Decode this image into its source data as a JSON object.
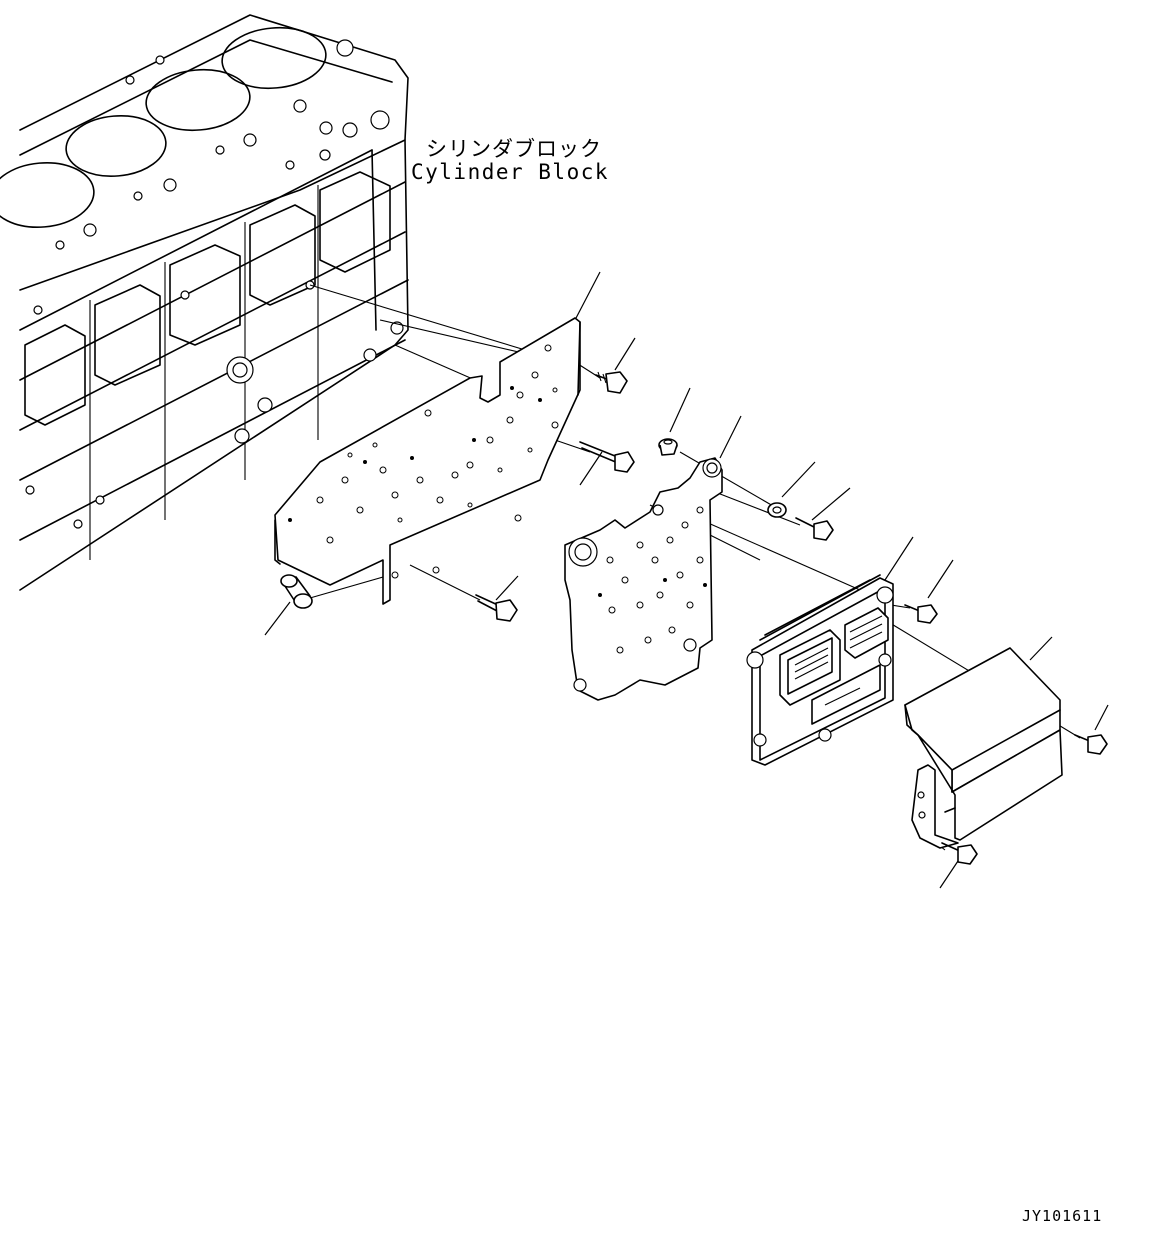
{
  "labels": {
    "cylinder_block_jp": "シリンダブロック",
    "cylinder_block_en": "Cylinder Block",
    "drawing_code": "JY101611"
  },
  "colors": {
    "line": "#000000",
    "background": "#ffffff"
  }
}
